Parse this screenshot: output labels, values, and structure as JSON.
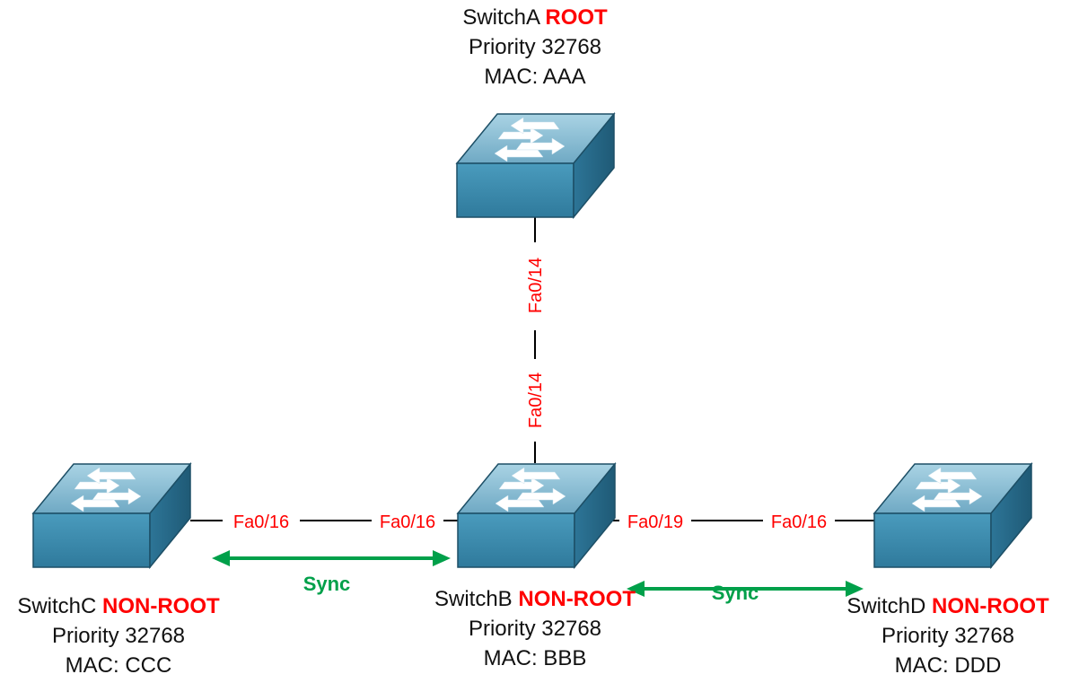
{
  "colors": {
    "role": "#ff0000",
    "port": "#ff0000",
    "sync": "#00a04a",
    "link": "#000000",
    "switch_top": "#8fc3d8",
    "switch_front": "#3e8fb2",
    "switch_side": "#2c6f8e"
  },
  "switches": [
    {
      "key": "a",
      "name": "SwitchA",
      "role": "ROOT",
      "priority": "Priority 32768",
      "mac": "MAC: AAA",
      "icon": "switch-icon"
    },
    {
      "key": "b",
      "name": "SwitchB",
      "role": "NON-ROOT",
      "priority": "Priority 32768",
      "mac": "MAC: BBB",
      "icon": "switch-icon"
    },
    {
      "key": "c",
      "name": "SwitchC",
      "role": "NON-ROOT",
      "priority": "Priority 32768",
      "mac": "MAC: CCC",
      "icon": "switch-icon"
    },
    {
      "key": "d",
      "name": "SwitchD",
      "role": "NON-ROOT",
      "priority": "Priority 32768",
      "mac": "MAC: DDD",
      "icon": "switch-icon"
    }
  ],
  "links": [
    {
      "from": "SwitchA",
      "to": "SwitchB",
      "from_port": "Fa0/14",
      "to_port": "Fa0/14"
    },
    {
      "from": "SwitchC",
      "to": "SwitchB",
      "from_port": "Fa0/16",
      "to_port": "Fa0/16"
    },
    {
      "from": "SwitchB",
      "to": "SwitchD",
      "from_port": "Fa0/19",
      "to_port": "Fa0/16"
    }
  ],
  "sync_arrows": [
    {
      "label": "Sync",
      "between": [
        "SwitchC",
        "SwitchB"
      ]
    },
    {
      "label": "Sync",
      "between": [
        "SwitchB",
        "SwitchD"
      ]
    }
  ]
}
